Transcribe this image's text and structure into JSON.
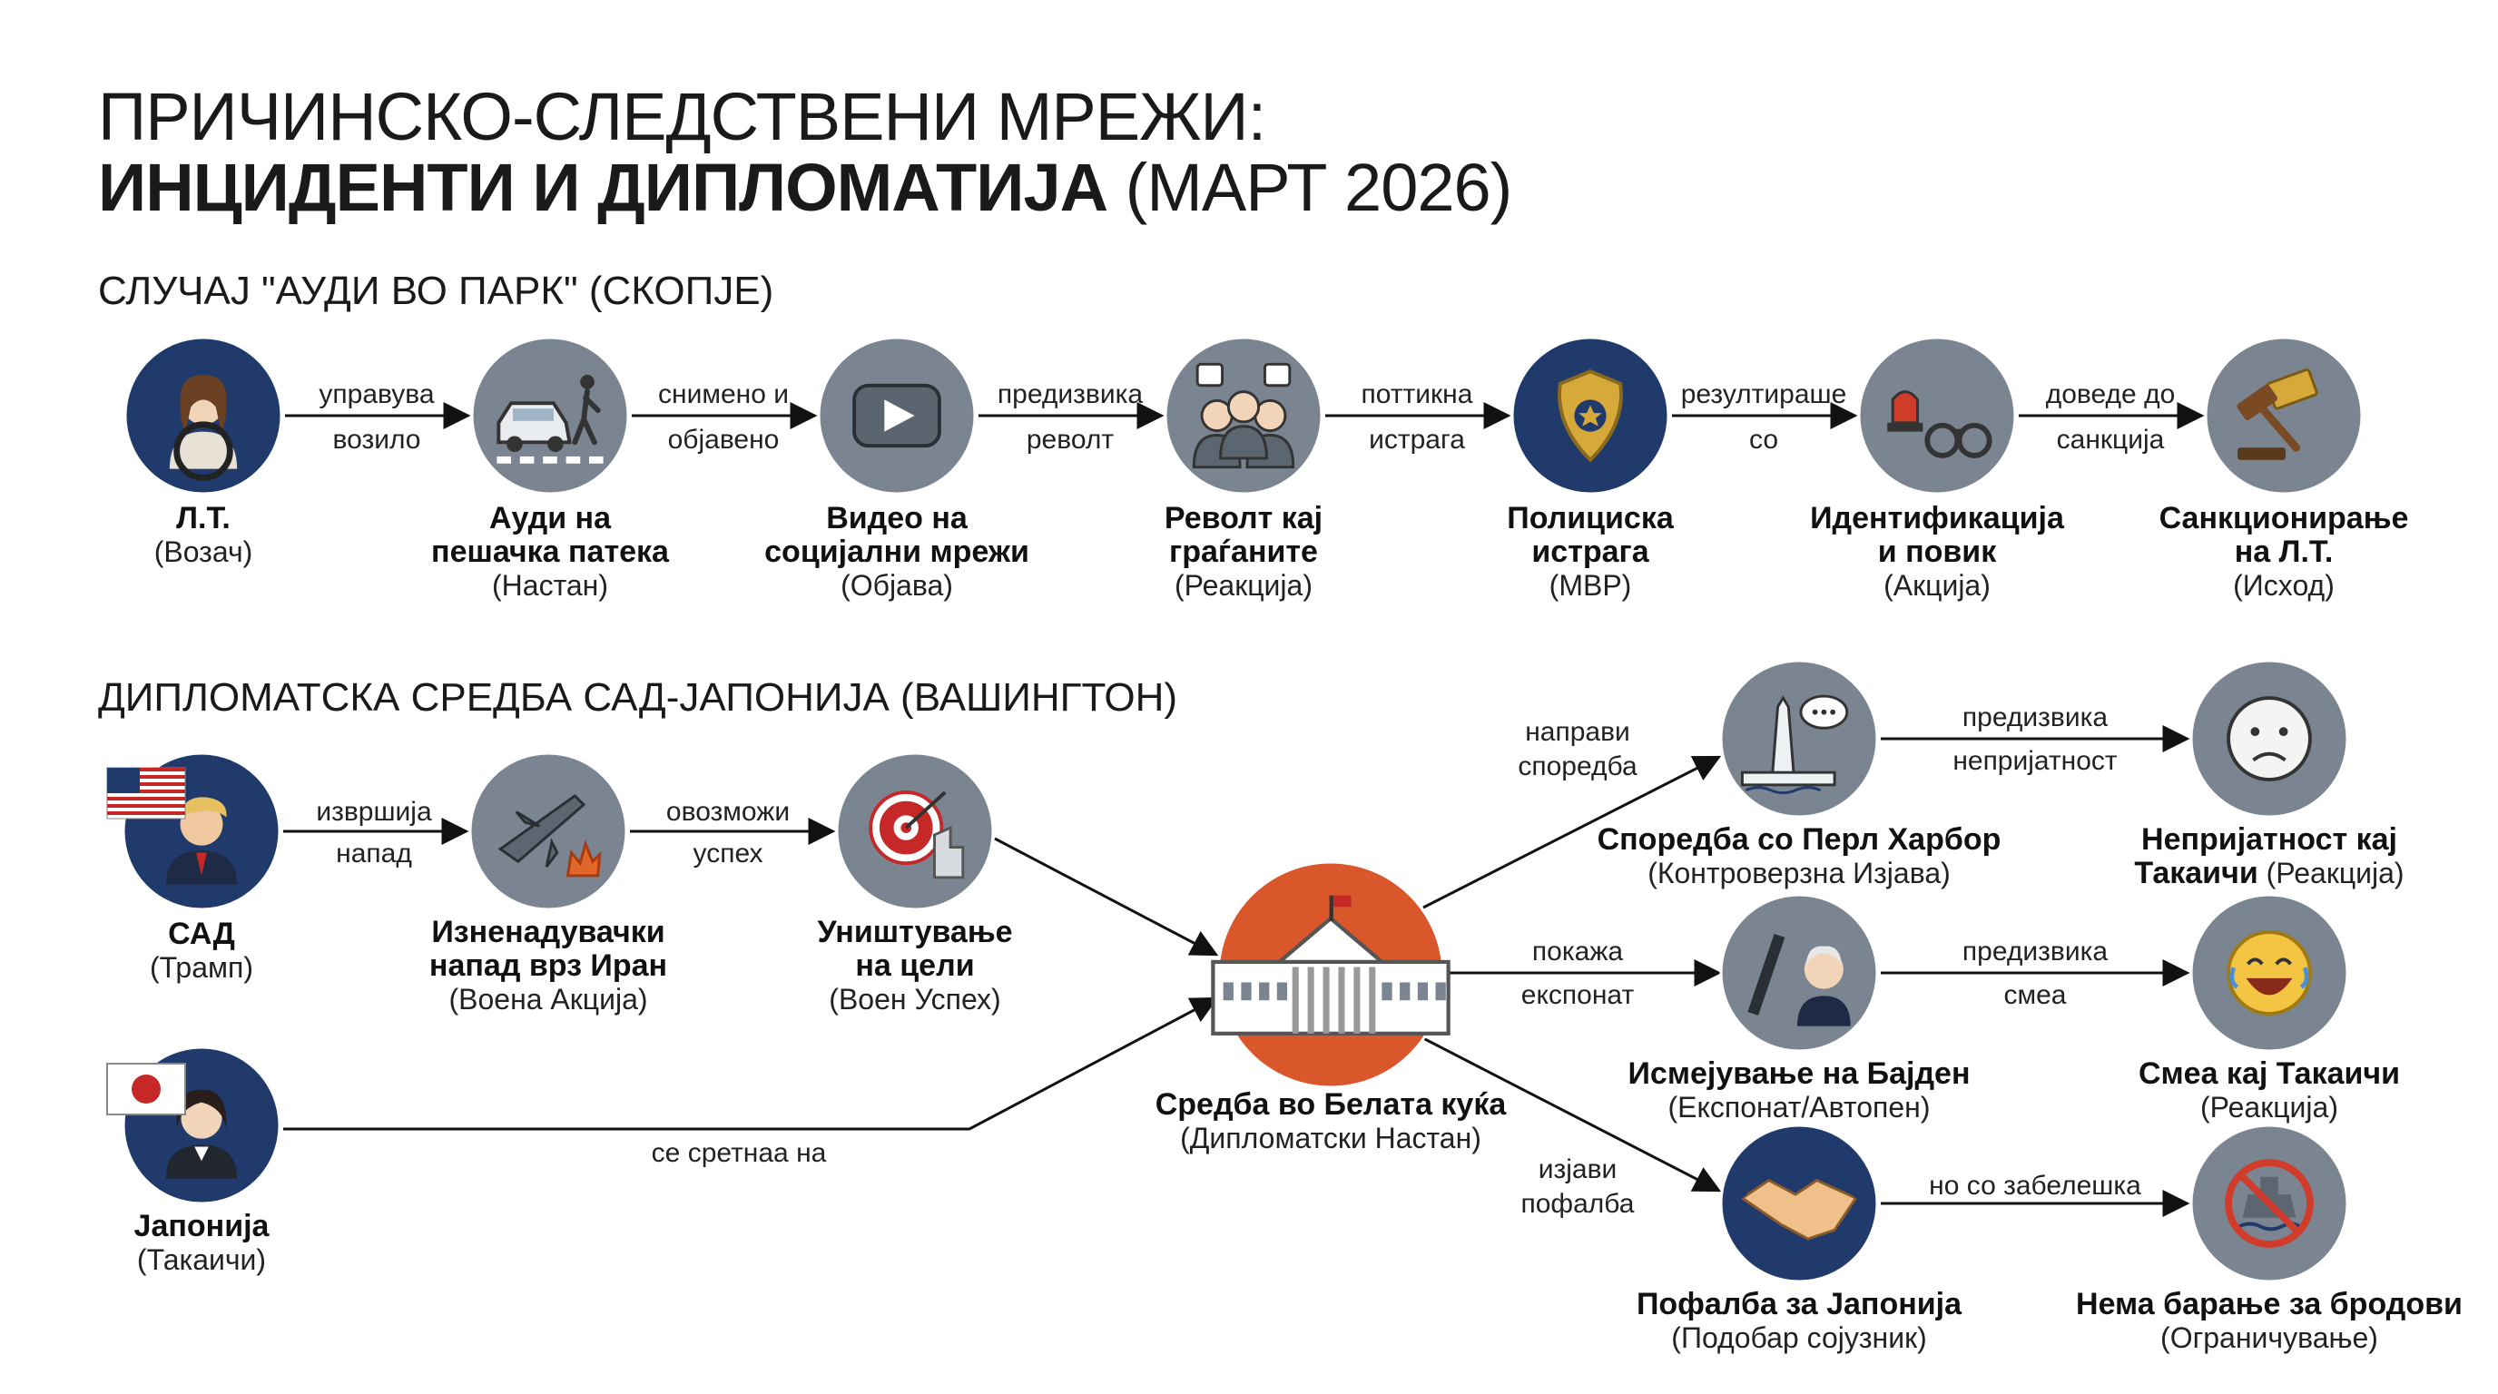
{
  "title": {
    "line1": "ПРИЧИНСКО-СЛЕДСТВЕНИ МРЕЖИ:",
    "line2_bold": "ИНЦИДЕНТИ И ДИПЛОМАТИЈА",
    "line2_regular": " (МАРТ 2026)"
  },
  "section1": {
    "title": "СЛУЧАЈ \"АУДИ ВО ПАРК\" (СКОПЈЕ)",
    "nodes": [
      {
        "id": "lt",
        "icon": "driver-icon",
        "color": "#1f3a6b",
        "bold": [
          "Л.Т."
        ],
        "sub": "(Возач)"
      },
      {
        "id": "audi",
        "icon": "car-pedestrian-icon",
        "color": "#7a8591",
        "bold": [
          "Ауди на",
          "пешачка патека"
        ],
        "sub": "(Настан)"
      },
      {
        "id": "video",
        "icon": "video-play-icon",
        "color": "#7a8591",
        "bold": [
          "Видео на",
          "социјални мрежи"
        ],
        "sub": "(Објава)"
      },
      {
        "id": "revolt",
        "icon": "crowd-icon",
        "color": "#7a8591",
        "bold": [
          "Револт кај",
          "граѓаните"
        ],
        "sub": "(Реакција)"
      },
      {
        "id": "police",
        "icon": "police-badge-icon",
        "color": "#1f3a6b",
        "bold": [
          "Полициска",
          "истрага"
        ],
        "sub": "(МВР)"
      },
      {
        "id": "ident",
        "icon": "siren-handcuffs-icon",
        "color": "#7a8591",
        "bold": [
          "Идентификација",
          "и повик"
        ],
        "sub": "(Акција)"
      },
      {
        "id": "sanction",
        "icon": "gavel-ticket-icon",
        "color": "#7a8591",
        "bold": [
          "Санкционирање",
          "на Л.Т."
        ],
        "sub": "(Исход)"
      }
    ],
    "edges": [
      [
        "управува",
        "возило"
      ],
      [
        "снимено и",
        "објавено"
      ],
      [
        "предизвика",
        "револт"
      ],
      [
        "поттикна",
        "истрага"
      ],
      [
        "резултираше",
        "со"
      ],
      [
        "доведе до",
        "санкција"
      ]
    ]
  },
  "section2": {
    "title": "ДИПЛОМАТСКА СРЕДБА САД-ЈАПОНИЈА (ВАШИНГТОН)",
    "nodes": {
      "usa": {
        "icon": "trump-us-flag-icon",
        "color": "#1f3a6b",
        "bold": [
          "САД"
        ],
        "sub": "(Трамп)"
      },
      "attack": {
        "icon": "jet-explosion-icon",
        "color": "#7a8591",
        "bold": [
          "Изненадувачки",
          "напад врз Иран"
        ],
        "sub": "(Воена Акција)"
      },
      "destroy": {
        "icon": "target-ruins-icon",
        "color": "#7a8591",
        "bold": [
          "Уништување",
          "на цели"
        ],
        "sub": "(Воен Успех)"
      },
      "japan": {
        "icon": "takaichi-japan-flag-icon",
        "color": "#1f3a6b",
        "bold": [
          "Јапонија"
        ],
        "sub": "(Такаичи)"
      },
      "whitehouse": {
        "icon": "white-house-icon",
        "color": "#d9572b",
        "bold": [
          "Средба во Белата куќа"
        ],
        "sub": "(Дипломатски Настан)"
      },
      "pearl": {
        "icon": "memorial-speech-icon",
        "color": "#7a8591",
        "bold": [
          "Споредба со Перл Харбор"
        ],
        "sub": "(Контроверзна Изјава)"
      },
      "biden": {
        "icon": "pen-biden-icon",
        "color": "#7a8591",
        "bold": [
          "Исмејување на Бајден"
        ],
        "sub": "(Експонат/Автопен)"
      },
      "praise": {
        "icon": "handshake-icon",
        "color": "#1f3a6b",
        "bold": [
          "Пофалба за Јапонија"
        ],
        "sub": "(Подобар сојузник)"
      },
      "discomfort": {
        "icon": "worried-face-icon",
        "color": "#7a8591",
        "bold": [
          "Непријатност кај",
          "Такаичи"
        ],
        "sub": " (Реакција)"
      },
      "laugh": {
        "icon": "laughing-face-icon",
        "color": "#7a8591",
        "bold": [
          "Смеа кај Такаичи"
        ],
        "sub": "(Реакција)"
      },
      "noships": {
        "icon": "no-ships-icon",
        "color": "#7a8591",
        "bold": [
          "Нема барање за бродови"
        ],
        "sub": "(Ограничување)"
      }
    },
    "edges": {
      "usa_attack": [
        "извршија",
        "напад"
      ],
      "attack_destroy": [
        "овозможи",
        "успех"
      ],
      "japan_wh": [
        "се сретнаа на"
      ],
      "wh_pearl": [
        "направи",
        "споредба"
      ],
      "wh_biden": [
        "покажа",
        "експонат"
      ],
      "wh_praise": [
        "изјави",
        "пофалба"
      ],
      "pearl_disc": [
        "предизвика",
        "непријатност"
      ],
      "biden_laugh": [
        "предизвика",
        "смеа"
      ],
      "praise_noships": [
        "но со забелешка"
      ]
    }
  }
}
